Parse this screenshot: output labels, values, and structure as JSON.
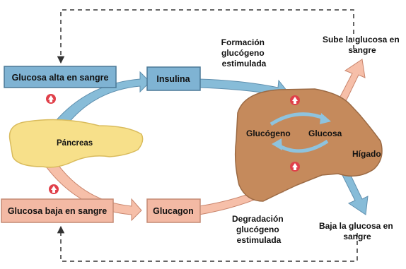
{
  "boxes": {
    "high_glucose": "Glucosa alta en sangre",
    "insulin": "Insulina",
    "low_glucose": "Glucosa baja en sangre",
    "glucagon": "Glucagon"
  },
  "organs": {
    "pancreas": "Páncreas",
    "liver": "Hígado",
    "glycogen": "Glucógeno",
    "glucose": "Glucosa"
  },
  "process_labels": {
    "formation": [
      "Formación",
      "glucógeno",
      "estimulada"
    ],
    "degradation": [
      "Degradación",
      "glucógeno",
      "estimulada"
    ]
  },
  "outcomes": {
    "rise": [
      "Sube la glucosa en",
      "sangre"
    ],
    "fall": [
      "Baja la glucosa en",
      "sangre"
    ]
  },
  "colors": {
    "blue_box": "#7fb3d3",
    "salmon_box": "#f3b9a4",
    "blue_arrow": "#87bcd8",
    "salmon_arrow": "#f6bfa9",
    "pancreas": "#f7e08a",
    "liver": "#c58a5c",
    "marker": "#e0404a",
    "dashed_line": "#333333"
  }
}
